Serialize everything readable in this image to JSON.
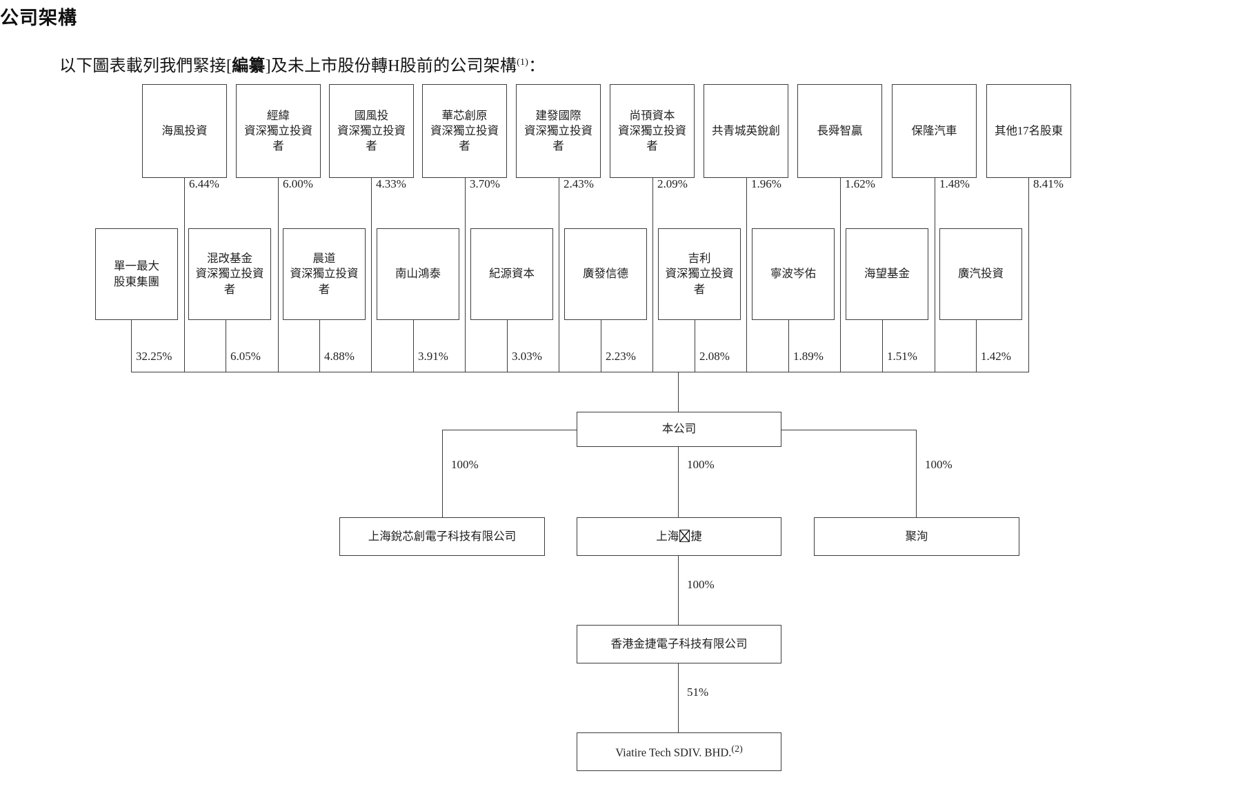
{
  "document": {
    "title": "公司架構",
    "intro_prefix": "以下圖表載列我們緊接[",
    "intro_bold": "編纂",
    "intro_suffix": "]及未上市股份轉H股前的公司架構",
    "intro_footnote": "(1)",
    "intro_colon": "："
  },
  "colors": {
    "box_border": "#3b3b3b",
    "line": "#3b3b3b",
    "text": "#1f1f1f",
    "background": "#ffffff"
  },
  "chart_data": {
    "type": "diagram",
    "title": "公司架構",
    "shareholder_row_1": [
      {
        "label": "海風投資",
        "percent": "6.44%"
      },
      {
        "label": "經緯\n資深獨立投資者",
        "percent": "6.00%"
      },
      {
        "label": "國風投\n資深獨立投資者",
        "percent": "4.33%"
      },
      {
        "label": "華芯創原\n資深獨立投資者",
        "percent": "3.70%"
      },
      {
        "label": "建發國際\n資深獨立投資者",
        "percent": "2.43%"
      },
      {
        "label": "尚頇資本\n資深獨立投資者",
        "percent": "2.09%"
      },
      {
        "label": "共青城英銳創",
        "percent": "1.96%"
      },
      {
        "label": "長舜智贏",
        "percent": "1.62%"
      },
      {
        "label": "保隆汽車",
        "percent": "1.48%"
      },
      {
        "label": "其他17名股東",
        "percent": "8.41%"
      }
    ],
    "shareholder_row_2": [
      {
        "label": "單一最大\n股東集團",
        "percent": "32.25%"
      },
      {
        "label": "混改基金\n資深獨立投資者",
        "percent": "6.05%"
      },
      {
        "label": "晨道\n資深獨立投資者",
        "percent": "4.88%"
      },
      {
        "label": "南山鴻泰",
        "percent": "3.91%"
      },
      {
        "label": "紀源資本",
        "percent": "3.03%"
      },
      {
        "label": "廣發信德",
        "percent": "2.23%"
      },
      {
        "label": "吉利\n資深獨立投資者",
        "percent": "2.08%"
      },
      {
        "label": "寧波岑佑",
        "percent": "1.89%"
      },
      {
        "label": "海望基金",
        "percent": "1.51%"
      },
      {
        "label": "廣汽投資",
        "percent": "1.42%"
      }
    ],
    "company": {
      "label": "本公司"
    },
    "subsidiaries": [
      {
        "label": "上海銳芯創電子科技有限公司",
        "percent": "100%"
      },
      {
        "label_before": "上海",
        "label_glyph": "missing-glyph",
        "label_after": "捷",
        "percent": "100%"
      },
      {
        "label": "聚洵",
        "percent": "100%"
      }
    ],
    "sub_subsidiaries": [
      {
        "label": "香港金捷電子科技有限公司",
        "percent": "100%"
      },
      {
        "label": "Viatire Tech SDIV. BHD.",
        "footnote": "(2)",
        "percent": "51%"
      }
    ]
  }
}
